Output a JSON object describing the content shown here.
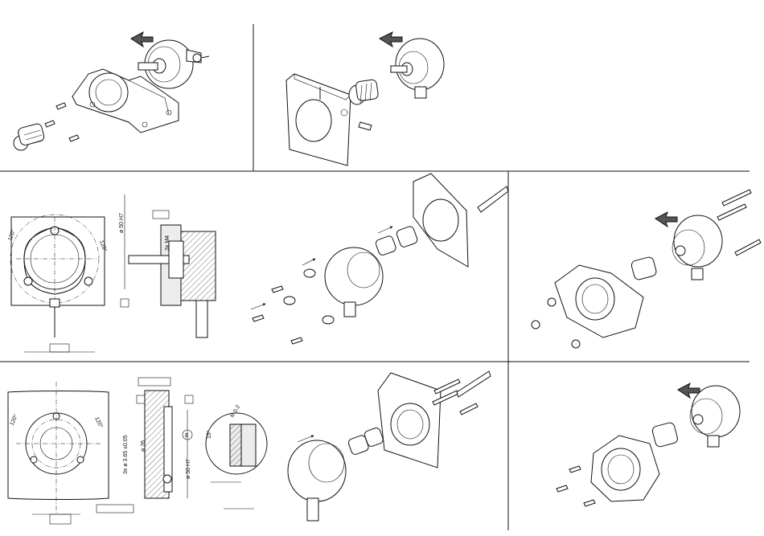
{
  "panels": [
    {
      "id": "p1",
      "title": ""
    },
    {
      "id": "p2",
      "title": ""
    },
    {
      "id": "p3",
      "title": ""
    },
    {
      "id": "p4",
      "title": ""
    },
    {
      "id": "p5",
      "title": ""
    },
    {
      "id": "p6",
      "title": ""
    }
  ],
  "labels": {
    "angle_120": "120°",
    "bore_fit": "ø 50 H7",
    "thread": "3x M4",
    "bore_26": "ø 26",
    "holes": "3x ø 3.65 ±0.05",
    "radius": "R 0.2",
    "angle_15": "15°",
    "datum_e": "E"
  }
}
